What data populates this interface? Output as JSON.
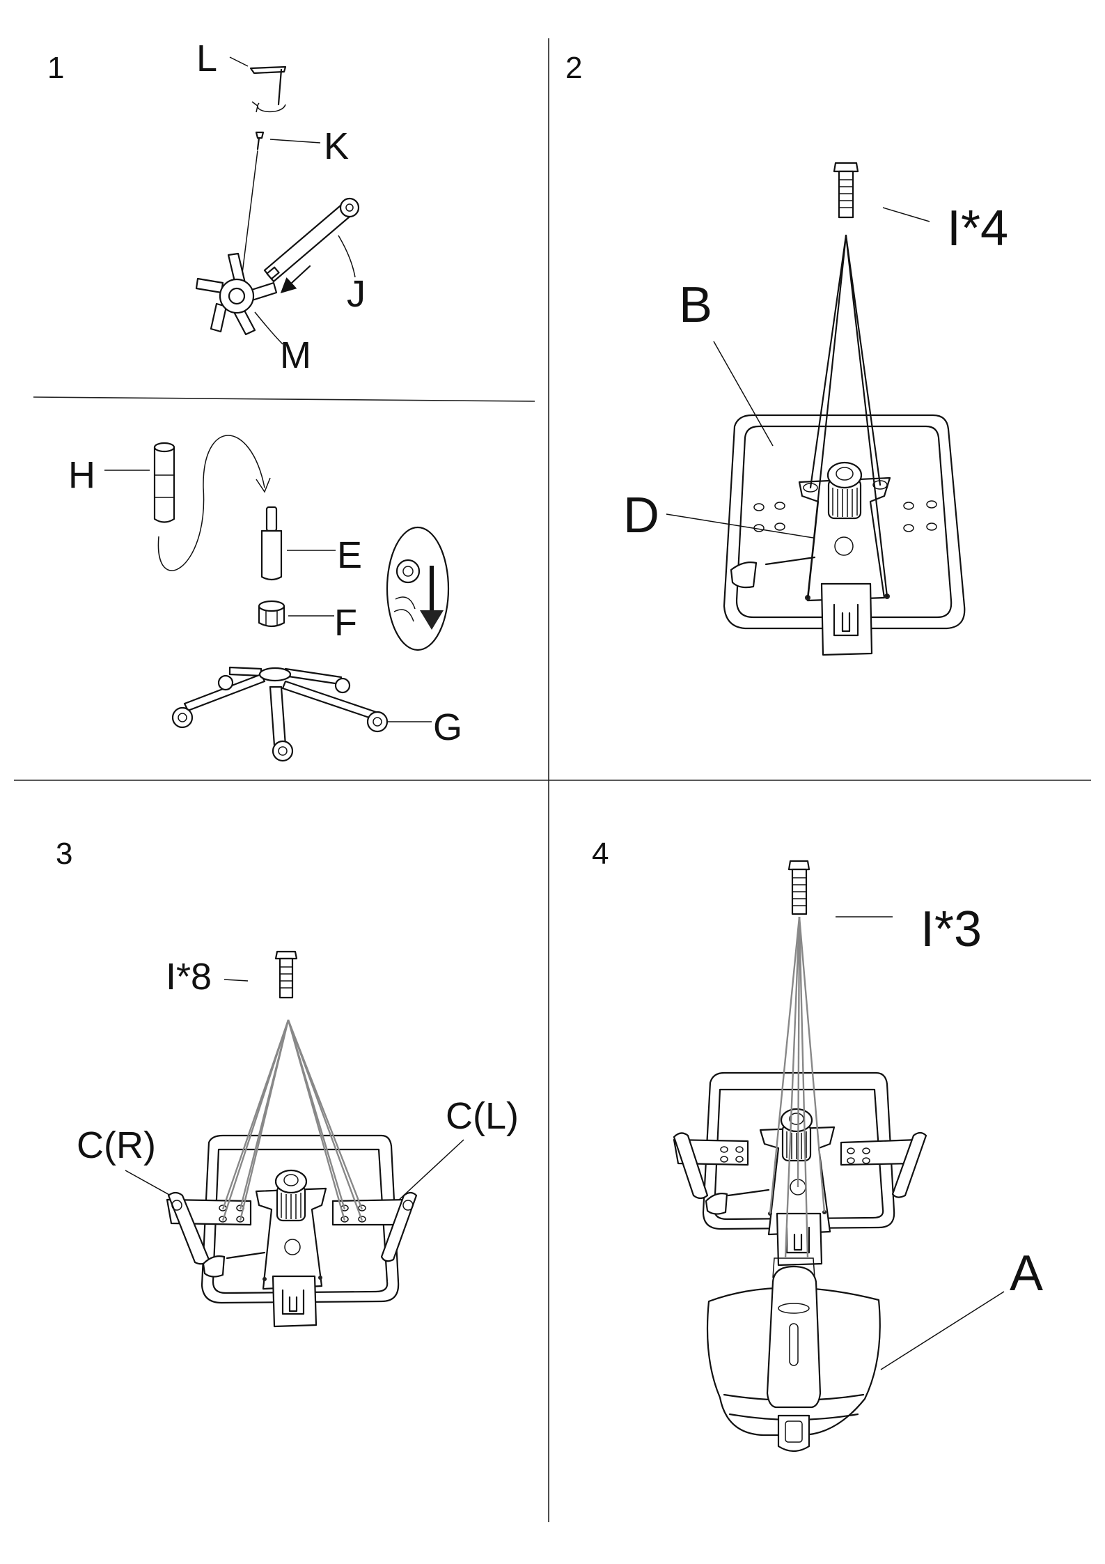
{
  "steps": {
    "s1": "1",
    "s2": "2",
    "s3": "3",
    "s4": "4"
  },
  "labels": {
    "L": "L",
    "K": "K",
    "J": "J",
    "M": "M",
    "H": "H",
    "E": "E",
    "F": "F",
    "G": "G",
    "B": "B",
    "D": "D",
    "I4": "I*4",
    "I8": "I*8",
    "CR": "C(R)",
    "CL": "C(L)",
    "I3": "I*3",
    "A": "A"
  },
  "icons": [
    "hex-key-icon",
    "screw-icon",
    "bolt-icon",
    "push-down-arrow-icon"
  ],
  "colors": {
    "line": "#111111",
    "bolt_lead": "#888888",
    "background": "#ffffff"
  }
}
